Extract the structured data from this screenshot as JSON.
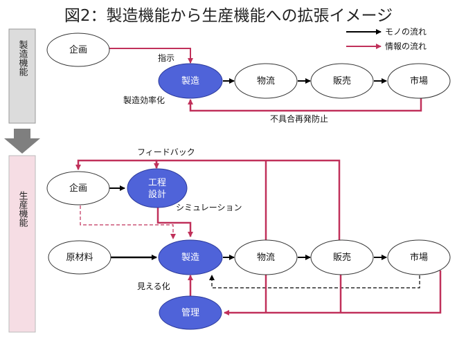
{
  "title": "図2：製造機能から生産機能への拡張イメージ",
  "legend": {
    "goods_flow": "モノの流れ",
    "info_flow": "情報の流れ"
  },
  "colors": {
    "info": "#c0305a",
    "goods": "#000000",
    "highlight_fill": "#4f63d9",
    "side_top_fill": "#dcdcdc",
    "side_bottom_fill": "#f6dde4",
    "arrow_fill": "#7f7f7f"
  },
  "top_section": {
    "side_label": "製造機能",
    "nodes": {
      "kikaku": "企画",
      "seizo": "製造",
      "butsuryu": "物流",
      "hanbai": "販売",
      "shijo": "市場"
    },
    "labels": {
      "shiji": "指示",
      "efficiency": "製造効率化",
      "prevention": "不具合再発防止"
    }
  },
  "bottom_section": {
    "side_label": "生産機能",
    "nodes": {
      "kikaku": "企画",
      "kotei_line1": "工程",
      "kotei_line2": "設計",
      "genzairyo": "原材料",
      "seizo": "製造",
      "butsuryu": "物流",
      "hanbai": "販売",
      "shijo": "市場",
      "kanri": "管理"
    },
    "labels": {
      "feedback": "フィードバック",
      "simulation": "シミュレーション",
      "visualize": "見える化"
    }
  }
}
